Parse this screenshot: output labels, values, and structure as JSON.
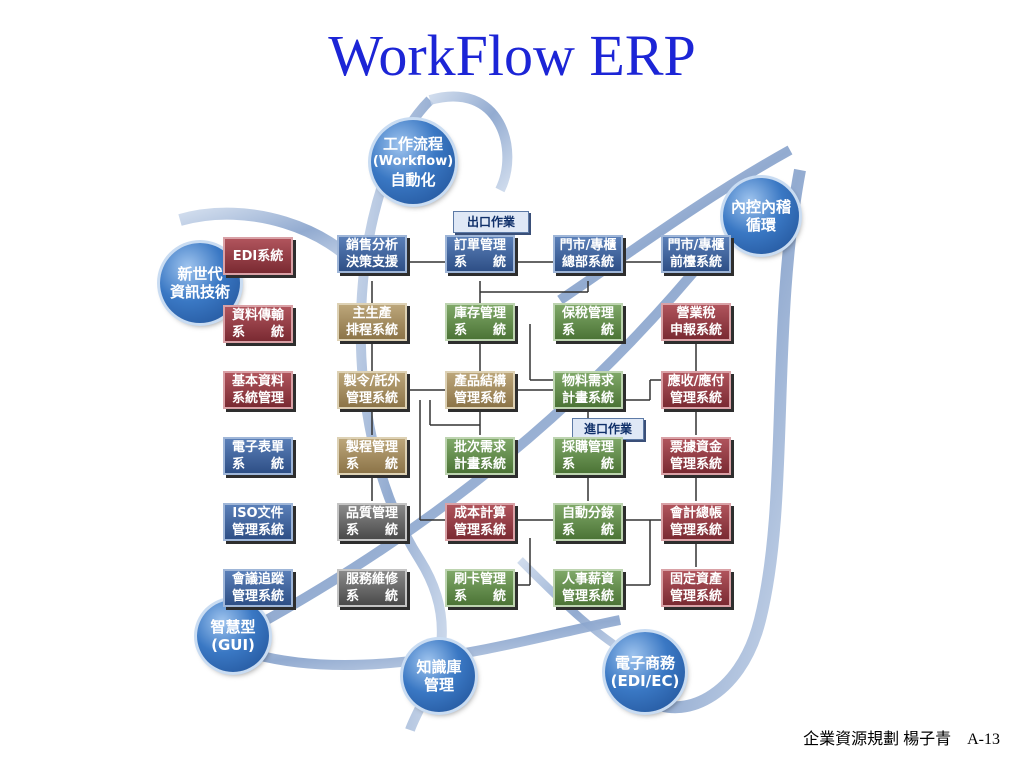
{
  "title": "WorkFlow ERP",
  "footer": "企業資源規劃 楊子青　A-13",
  "circles": {
    "workflow": [
      "工作流程",
      "(Workflow)",
      "自動化"
    ],
    "newtech": [
      "新世代",
      "資訊技術"
    ],
    "internal": [
      "內控內稽",
      "循環"
    ],
    "gui": [
      "智慧型",
      "(GUI)"
    ],
    "knowledge": [
      "知識庫",
      "管理"
    ],
    "ecommerce": [
      "電子商務",
      "(EDI/EC)"
    ]
  },
  "tabs": {
    "export": "出口作業",
    "import": "進口作業"
  },
  "left_column": [
    {
      "id": "edi",
      "lines": [
        "EDI系統"
      ]
    },
    {
      "id": "data-transfer",
      "lines": [
        "資料傳輸",
        "系　　統"
      ]
    },
    {
      "id": "base-data",
      "lines": [
        "基本資料",
        "系統管理"
      ]
    },
    {
      "id": "e-form",
      "lines": [
        "電子表單",
        "系　　統"
      ]
    },
    {
      "id": "iso-doc",
      "lines": [
        "ISO文件",
        "管理系統"
      ]
    },
    {
      "id": "meeting",
      "lines": [
        "會議追蹤",
        "管理系統"
      ]
    }
  ],
  "grid": [
    [
      {
        "id": "sales-analysis",
        "lines": [
          "銷售分析",
          "決策支援"
        ]
      },
      {
        "id": "order-mgmt",
        "lines": [
          "訂單管理",
          "系　　統"
        ]
      },
      {
        "id": "store-hq",
        "lines": [
          "門市/專櫃",
          "總部系統"
        ]
      },
      {
        "id": "store-front",
        "lines": [
          "門市/專櫃",
          "前檯系統"
        ]
      }
    ],
    [
      {
        "id": "master-schedule",
        "lines": [
          "主生產",
          "排程系統"
        ]
      },
      {
        "id": "inventory",
        "lines": [
          "庫存管理",
          "系　　統"
        ]
      },
      {
        "id": "bonded",
        "lines": [
          "保稅管理",
          "系　　統"
        ]
      },
      {
        "id": "business-tax",
        "lines": [
          "營業稅",
          "申報系統"
        ]
      }
    ],
    [
      {
        "id": "manufacturing",
        "lines": [
          "製令/託外",
          "管理系統"
        ]
      },
      {
        "id": "bom",
        "lines": [
          "產品結構",
          "管理系統"
        ]
      },
      {
        "id": "mrp",
        "lines": [
          "物料需求",
          "計畫系統"
        ]
      },
      {
        "id": "ar-ap",
        "lines": [
          "應收/應付",
          "管理系統"
        ]
      }
    ],
    [
      {
        "id": "process",
        "lines": [
          "製程管理",
          "系　　統"
        ]
      },
      {
        "id": "lot-plan",
        "lines": [
          "批次需求",
          "計畫系統"
        ]
      },
      {
        "id": "purchasing",
        "lines": [
          "採購管理",
          "系　　統"
        ]
      },
      {
        "id": "notes-funds",
        "lines": [
          "票據資金",
          "管理系統"
        ]
      }
    ],
    [
      {
        "id": "quality",
        "lines": [
          "品質管理",
          "系　　統"
        ]
      },
      {
        "id": "cost",
        "lines": [
          "成本計算",
          "管理系統"
        ]
      },
      {
        "id": "auto-journal",
        "lines": [
          "自動分錄",
          "系　　統"
        ]
      },
      {
        "id": "accounting",
        "lines": [
          "會計總帳",
          "管理系統"
        ]
      }
    ],
    [
      {
        "id": "service",
        "lines": [
          "服務維修",
          "系　　統"
        ]
      },
      {
        "id": "card",
        "lines": [
          "刷卡管理",
          "系　　統"
        ]
      },
      {
        "id": "hr-payroll",
        "lines": [
          "人事薪資",
          "管理系統"
        ]
      },
      {
        "id": "fixed-assets",
        "lines": [
          "固定資產",
          "管理系統"
        ]
      }
    ]
  ]
}
